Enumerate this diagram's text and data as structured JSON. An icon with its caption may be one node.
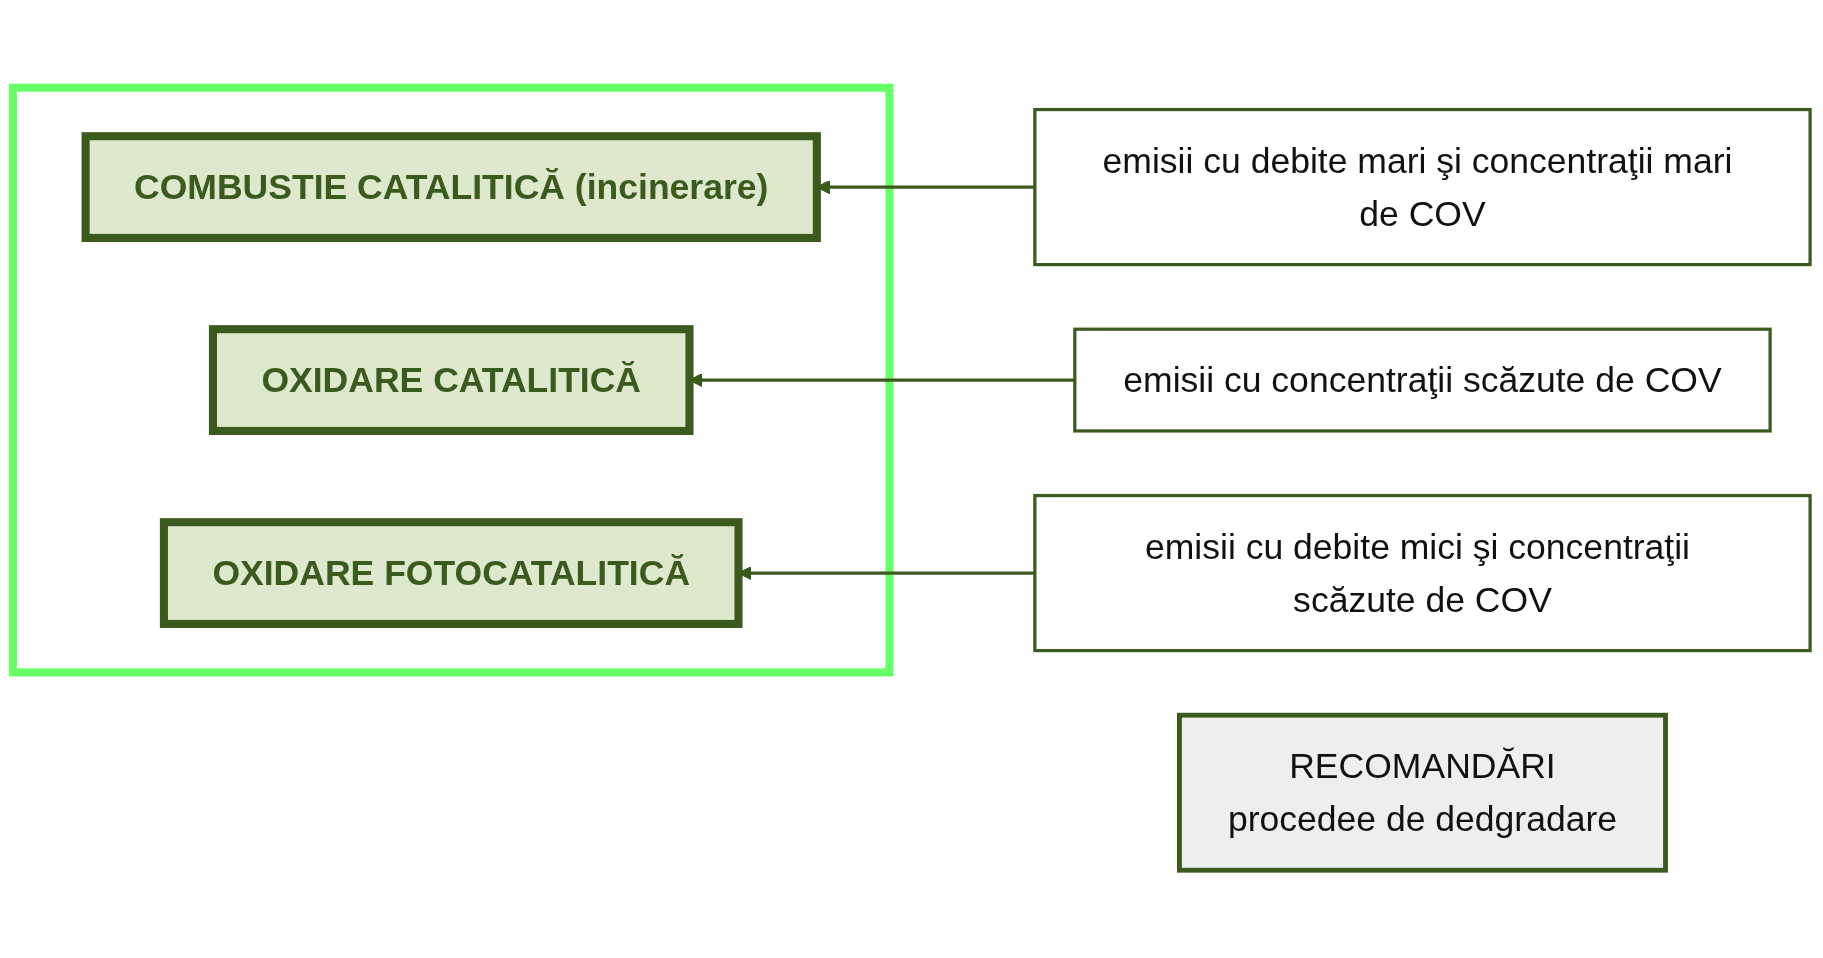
{
  "diagram": {
    "nodes": [
      {
        "text": [],
        "shape": "box"
      },
      {
        "text": [
          "COMBUSTIE CATALITICĂ (incinerare)"
        ],
        "in": 0
      },
      {
        "text": [
          "OXIDARE CATALITICĂ"
        ],
        "in": 0
      },
      {
        "text": [
          "OXIDARE FOTOCATALITICĂ"
        ],
        "in": 0
      },
      {
        "text": [
          "emisii cu debite mari şi concentraţii mari de COV"
        ]
      },
      {
        "text": [
          "emisii cu concentraţii scăzute de COV"
        ]
      },
      {
        "text": [
          "emisii cu debite mici şi concentraţii scăzute de COV"
        ]
      },
      {
        "text": [
          "RECOMANDĂRI",
          "procedee de dedgradare"
        ]
      }
    ],
    "edges": [
      {
        "from": 4,
        "to": 1,
        "arrow": "to"
      },
      {
        "from": 5,
        "to": 2,
        "arrow": "to"
      },
      {
        "from": 6,
        "to": 3,
        "arrow": "to"
      }
    ]
  }
}
